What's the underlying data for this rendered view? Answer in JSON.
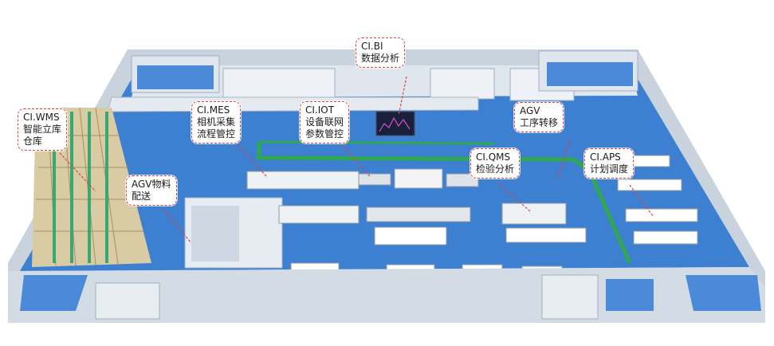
{
  "diagram": {
    "callouts": [
      {
        "id": "wms",
        "line1": "CI.WMS",
        "line2": "智能立库",
        "line3": "仓库"
      },
      {
        "id": "agv_delivery",
        "line1": "AGV物料",
        "line2": "配送"
      },
      {
        "id": "mes",
        "line1": "CI.MES",
        "line2": "相机采集",
        "line3": "流程管控"
      },
      {
        "id": "iot",
        "line1": "CI.IOT",
        "line2": "设备联网",
        "line3": "参数管控"
      },
      {
        "id": "bi",
        "line1": "CI.BI",
        "line2": "数据分析"
      },
      {
        "id": "agv_transfer",
        "line1": "AGV",
        "line2": "工序转移"
      },
      {
        "id": "qms",
        "line1": "CI.QMS",
        "line2": "检验分析"
      },
      {
        "id": "aps",
        "line1": "CI.APS",
        "line2": "计划调度"
      }
    ],
    "colors": {
      "floor": "#3d7fd0",
      "wall_top": "#e9eef3",
      "wall_side": "#b9c6d4",
      "green_path": "#2fa84f",
      "callout_border": "#d64545"
    }
  }
}
